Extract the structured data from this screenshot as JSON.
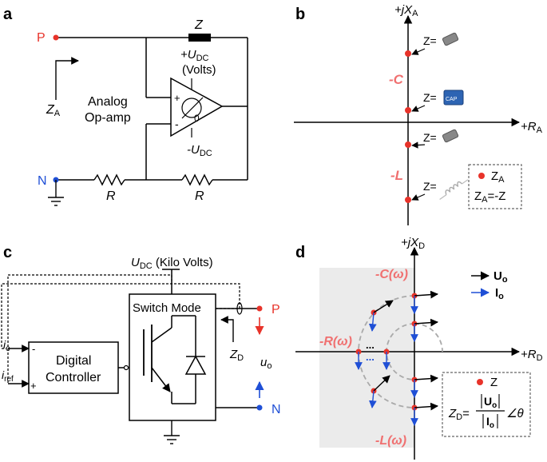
{
  "panel_a": {
    "label": "a",
    "node_p": "P",
    "node_n": "N",
    "z_label": "Z",
    "za_label": "Z",
    "za_sub": "A",
    "udc_label": "+U",
    "udc_sub": "DC",
    "volts": "(Volts)",
    "neg_udc": "-U",
    "neg_udc_sub": "DC",
    "opamp_line1": "Analog",
    "opamp_line2": "Op-amp",
    "r1": "R",
    "r2": "R",
    "plus": "+",
    "minus": "-",
    "zero": "0"
  },
  "panel_b": {
    "label": "b",
    "y_axis": "+jX",
    "y_axis_sub": "A",
    "x_axis": "+R",
    "x_axis_sub": "A",
    "neg_c": "-C",
    "neg_l": "-L",
    "z_eq": "Z=",
    "cap_text": "CAP",
    "legend_dot_label": "Z",
    "legend_dot_sub": "A",
    "legend_eq": "Z",
    "legend_eq_sub": "A",
    "legend_eq_rest": "=-Z"
  },
  "panel_c": {
    "label": "c",
    "udc": "U",
    "udc_sub": "DC",
    "udc_rest": " (Kilo Volts)",
    "switch_mode": "Switch Mode",
    "controller_line1": "Digital",
    "controller_line2": "Controller",
    "io": "i",
    "io_sub": "o",
    "iref": "i",
    "iref_sub": "ref",
    "minus": "-",
    "plus": "+",
    "node_p": "P",
    "node_n": "N",
    "zd": "Z",
    "zd_sub": "D",
    "uo": "u",
    "uo_sub": "o"
  },
  "panel_d": {
    "label": "d",
    "y_axis": "+jX",
    "y_axis_sub": "D",
    "x_axis": "+R",
    "x_axis_sub": "D",
    "neg_c": "-C(ω)",
    "neg_r": "-R(ω)",
    "neg_l": "-L(ω)",
    "uo_legend": "U",
    "uo_legend_sub": "o",
    "io_legend": "I",
    "io_legend_sub": "o",
    "ellipsis": "...",
    "legend_z": "Z",
    "zd_lhs": "Z",
    "zd_lhs_sub": "D",
    "frac_num": "U",
    "frac_num_sub": "o",
    "frac_den": "I",
    "frac_den_sub": "o",
    "angle": "∠θ"
  },
  "colors": {
    "red": "#e8332a",
    "blue": "#1f4fd6",
    "pink": "#f07070",
    "shade": "#ebebeb"
  }
}
